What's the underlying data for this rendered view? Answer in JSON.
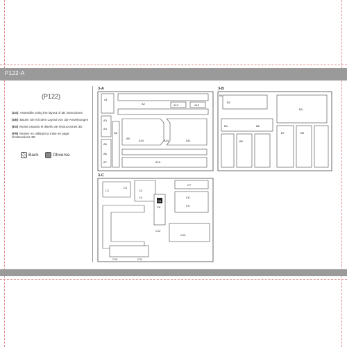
{
  "page": {
    "header_label": "P122-A",
    "page_ref": "(P122)"
  },
  "instructions": [
    {
      "lang": "(US)",
      "text": "Assemble using the layout of 3D instructions"
    },
    {
      "lang": "(DE)",
      "text": "Bauen Sie mit dem Layout von 3D-Anweisungen"
    },
    {
      "lang": "(ES)",
      "text": "Monte usando el diseño de instrucciones 3D"
    },
    {
      "lang": "(FR)",
      "text": "Monter en utilisant la mise en page d'instructions 3D"
    }
  ],
  "legend": {
    "back": "Back",
    "obverse": "Obverse"
  },
  "sections": {
    "a": "3-A",
    "b": "3-B",
    "c": "3-C"
  },
  "part_labels": {
    "a": [
      "A1",
      "A2",
      "A3",
      "A4",
      "A5",
      "A6",
      "A7",
      "A8",
      "A9",
      "A10",
      "A11",
      "A12",
      "A13",
      "A14",
      "A15"
    ],
    "b": [
      "B1",
      "B2",
      "B3",
      "B4",
      "B5",
      "B6",
      "B7",
      "B8"
    ],
    "c": [
      "C1",
      "C2",
      "C3",
      "C4",
      "C5",
      "C6",
      "C7",
      "C8",
      "C9",
      "C10",
      "C11",
      "C12",
      "C13"
    ]
  },
  "colors": {
    "header_band": "#9a9a9a",
    "dashed_guides": "#e28a8a",
    "obverse_part": "#222222"
  }
}
